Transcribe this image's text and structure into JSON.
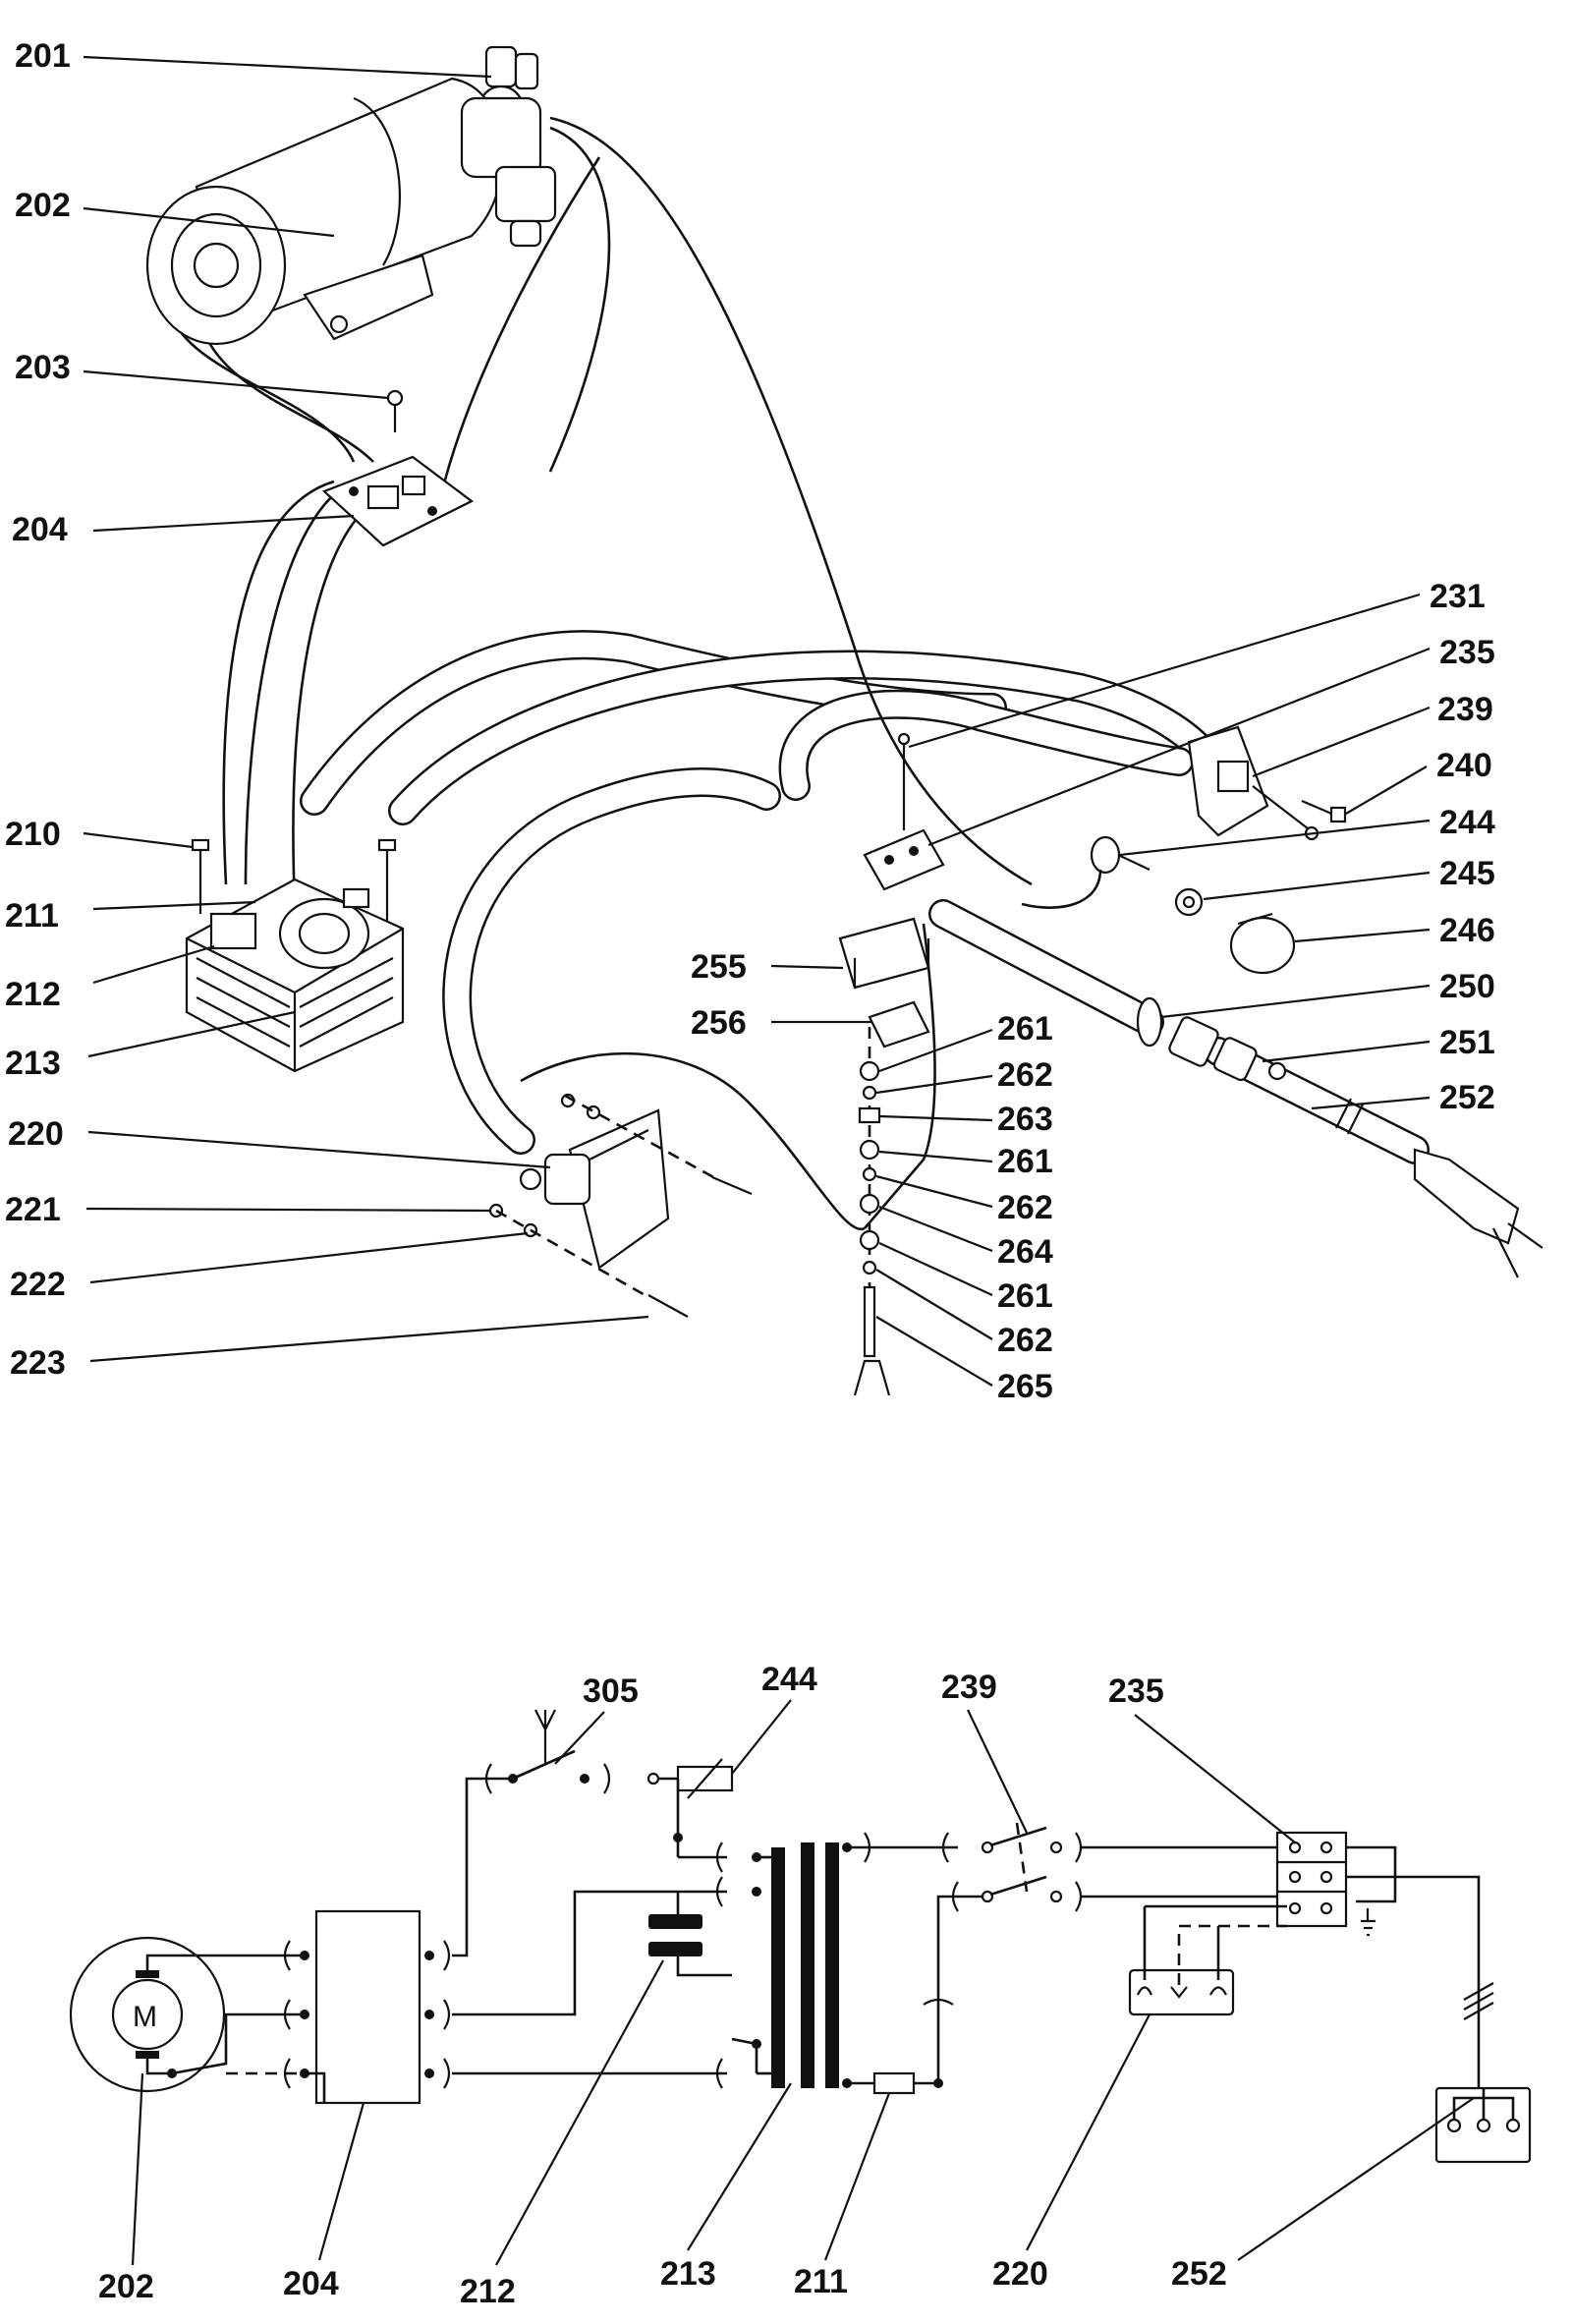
{
  "exploded_view": {
    "labels_left": [
      "201",
      "202",
      "203",
      "204",
      "210",
      "211",
      "212",
      "213",
      "220",
      "221",
      "222",
      "223"
    ],
    "labels_right": [
      "231",
      "235",
      "239",
      "240",
      "244",
      "245",
      "246",
      "250",
      "251",
      "252"
    ],
    "labels_center": [
      "255",
      "256",
      "261",
      "262",
      "263",
      "261",
      "262",
      "264",
      "261",
      "262",
      "265"
    ]
  },
  "schematic": {
    "labels_top": [
      "305",
      "244",
      "239",
      "235"
    ],
    "labels_bottom": [
      "202",
      "204",
      "212",
      "213",
      "211",
      "220",
      "252"
    ],
    "motor_symbol": "M"
  }
}
